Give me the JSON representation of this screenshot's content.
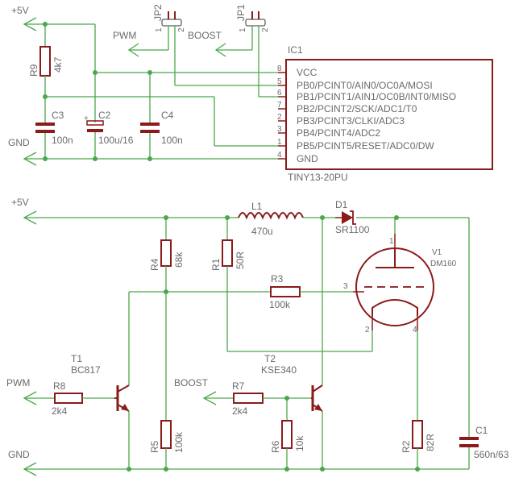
{
  "nets": {
    "vcc": "+5V",
    "gnd": "GND",
    "pwm": "PWM",
    "boost": "BOOST"
  },
  "colors": {
    "wire": "#4aa84a",
    "component": "#8b1a1a",
    "text": "#6b6b6b",
    "junction": "#4aa84a"
  },
  "ic1": {
    "name": "IC1",
    "part": "TINY13-20PU",
    "pins": [
      {
        "num": "8",
        "label": "VCC"
      },
      {
        "num": "5",
        "label": "PB0/PCINT0/AIN0/OC0A/MOSI"
      },
      {
        "num": "6",
        "label": "PB1/PCINT1/AIN1/OC0B/INT0/MISO"
      },
      {
        "num": "7",
        "label": "PB2/PCINT2/SCK/ADC1/T0"
      },
      {
        "num": "2",
        "label": "PB3/PCINT3/CLKI/ADC3"
      },
      {
        "num": "3",
        "label": "PB4/PCINT4/ADC2"
      },
      {
        "num": "1",
        "label": "PB5/PCINT5/RESET/ADC0/DW"
      },
      {
        "num": "4",
        "label": "GND"
      }
    ]
  },
  "jumpers": {
    "jp1": {
      "name": "JP1",
      "pin1": "1",
      "pin2": "2"
    },
    "jp2": {
      "name": "JP2",
      "pin1": "1",
      "pin2": "2"
    }
  },
  "components": {
    "r9": {
      "name": "R9",
      "value": "4k7"
    },
    "c3": {
      "name": "C3",
      "value": "100n"
    },
    "c2": {
      "name": "C2",
      "value": "100u/16"
    },
    "c4": {
      "name": "C4",
      "value": "100n"
    },
    "l1": {
      "name": "L1",
      "value": "470u"
    },
    "d1": {
      "name": "D1",
      "value": "SR1100"
    },
    "v1": {
      "name": "V1",
      "value": "DM160",
      "pin1": "1",
      "pin2": "2",
      "pin3": "3",
      "pin4": "4"
    },
    "r4": {
      "name": "R4",
      "value": "68k"
    },
    "r1": {
      "name": "R1",
      "value": "50R"
    },
    "r3": {
      "name": "R3",
      "value": "100k"
    },
    "t1": {
      "name": "T1",
      "value": "BC817"
    },
    "t2": {
      "name": "T2",
      "value": "KSE340"
    },
    "r8": {
      "name": "R8",
      "value": "2k4"
    },
    "r7": {
      "name": "R7",
      "value": "2k4"
    },
    "r5": {
      "name": "R5",
      "value": "100k"
    },
    "r6": {
      "name": "R6",
      "value": "10k"
    },
    "r2": {
      "name": "R2",
      "value": "82R"
    },
    "c1": {
      "name": "C1",
      "value": "560n/63"
    }
  }
}
